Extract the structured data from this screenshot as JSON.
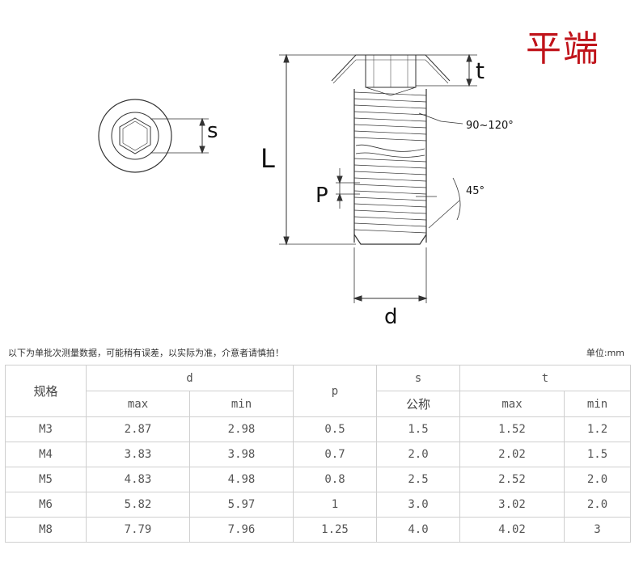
{
  "title": "平端",
  "diagram": {
    "labels": {
      "s": "s",
      "t": "t",
      "L": "L",
      "P": "P",
      "d": "d",
      "angle_countersink": "90~120°",
      "angle_tip": "45°"
    }
  },
  "note": "以下为单批次测量数据，可能稍有误差，以实际为准，介意者请慎拍！",
  "unit": "单位:mm",
  "table": {
    "header_spec": "规格",
    "header_d": "d",
    "header_p": "p",
    "header_s": "s",
    "header_t": "t",
    "sub_d_max": "max",
    "sub_d_min": "min",
    "sub_s": "公称",
    "sub_t_max": "max",
    "sub_t_min": "min",
    "rows": [
      {
        "spec": "M3",
        "d_max": "2.87",
        "d_min": "2.98",
        "p": "0.5",
        "s": "1.5",
        "t_max": "1.52",
        "t_min": "1.2"
      },
      {
        "spec": "M4",
        "d_max": "3.83",
        "d_min": "3.98",
        "p": "0.7",
        "s": "2.0",
        "t_max": "2.02",
        "t_min": "1.5"
      },
      {
        "spec": "M5",
        "d_max": "4.83",
        "d_min": "4.98",
        "p": "0.8",
        "s": "2.5",
        "t_max": "2.52",
        "t_min": "2.0"
      },
      {
        "spec": "M6",
        "d_max": "5.82",
        "d_min": "5.97",
        "p": "1",
        "s": "3.0",
        "t_max": "3.02",
        "t_min": "2.0"
      },
      {
        "spec": "M8",
        "d_max": "7.79",
        "d_min": "7.96",
        "p": "1.25",
        "s": "4.0",
        "t_max": "4.02",
        "t_min": "3"
      }
    ]
  }
}
